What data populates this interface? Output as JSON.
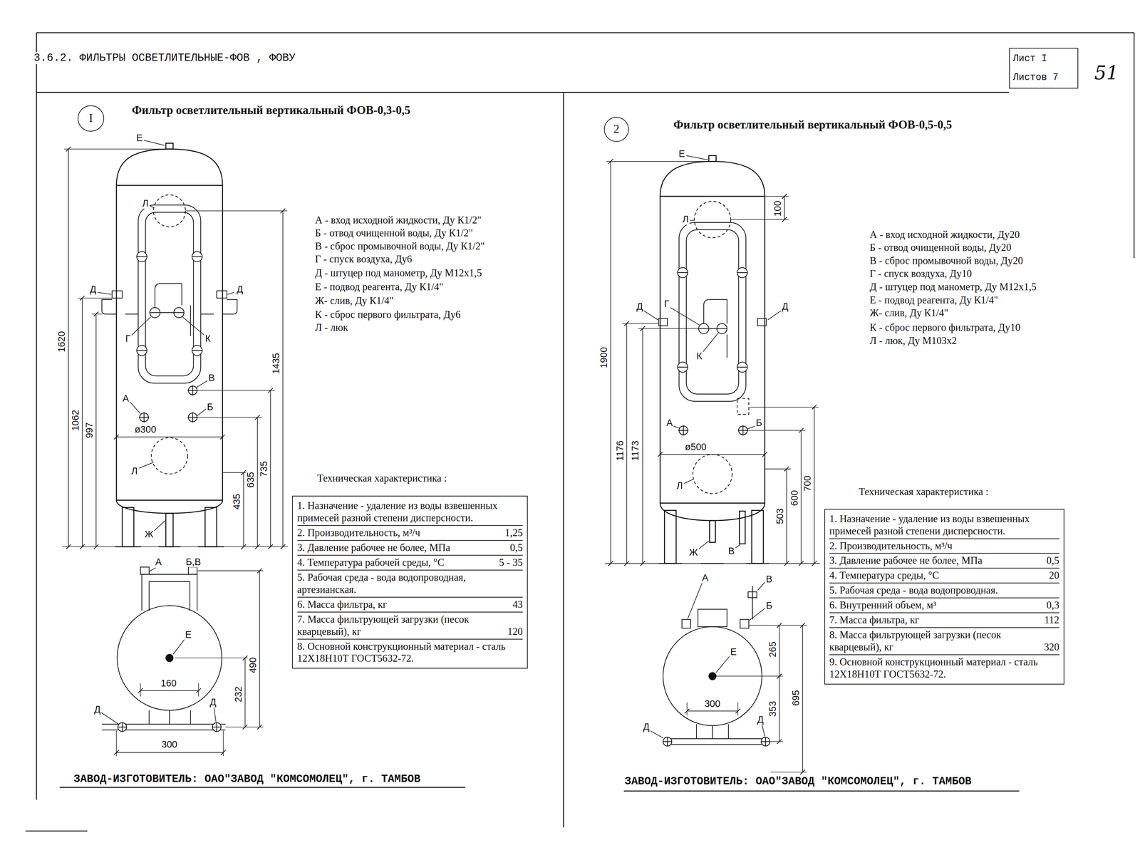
{
  "diagram": {
    "title": "3.6.2. ФИЛЬТРЫ ОСВЕТЛИТЕЛЬНЫЕ-ФОВ , ФОВУ",
    "nodes": [
      {
        "text": [
          "Лист I",
          "Листов 7"
        ]
      },
      {
        "text": [
          "I"
        ]
      },
      {
        "text": [
          "1. Назначение - удаление из воды взвешенных примесей разной степени дисперсности.",
          "2. Производительность, м³/ч",
          "1,25",
          "3. Давление рабочее не более, МПа",
          "0,5",
          "4. Температура рабочей среды, °С",
          "5 - 35",
          "5. Рабочая среда - вода водопроводная, артезианская.",
          "6. Масса фильтра, кг",
          "43",
          "7. Масса фильтрующей загрузки (песок кварцевый), кг",
          "120",
          "8. Основной конструкционный материал - сталь 12Х18Н10Т ГОСТ5632-72."
        ]
      },
      {
        "text": [
          "2"
        ]
      },
      {
        "text": [
          "1. Назначение - удаление из воды взвешенных примесей разной степени дисперсности.",
          "2. Производительность, м³/ч",
          "3. Давление рабочее не более, МПа",
          "0,5",
          "4. Температура среды, °С",
          "20",
          "5. Рабочая среда - вода водопроводная.",
          "6. Внутренний объем, м³",
          "0,3",
          "7. Масса фильтра, кг",
          "112",
          "8. Масса фильтрующей загрузки (песок кварцевый), кг",
          "320",
          "9. Основной конструкционный материал - сталь 12Х18Н10Т ГОСТ5632-72."
        ]
      }
    ],
    "labels": [
      "51",
      "Фильтр осветлительный вертикальный ФОВ-0,3-0,5",
      "Е",
      "Л",
      "Д",
      "Д",
      "Г",
      "К",
      "В",
      "Б",
      "А",
      "ø300",
      "Л",
      "Ж",
      "1620",
      "1062",
      "997",
      "1435",
      "735",
      "635",
      "435",
      "А",
      "Б,В",
      "Е",
      "160",
      "490",
      "232",
      "Д",
      "Д",
      "300",
      "А - вход исходной жидкости, Ду К1/2\"",
      "Б - отвод очищенной воды, Ду К1/2\"",
      "В - сброс промывочной воды, Ду К1/2\"",
      "Г - спуск воздуха, Ду6",
      "Д - штуцер под манометр, Ду М12х1,5",
      "Е - подвод реагента, Ду К1/4\"",
      "Ж- слив, Ду К1/4\"",
      "К - сброс первого фильтрата, Ду6",
      "Л - люк",
      "Техническая характеристика :",
      "ЗАВОД-ИЗГОТОВИТЕЛЬ: ОАО\"ЗАВОД \"КОМСОМОЛЕЦ\", г. ТАМБОВ",
      "Фильтр осветлительный вертикальный ФОВ-0,5-0,5",
      "Е",
      "100",
      "Л",
      "Д",
      "Д",
      "Г",
      "К",
      "А",
      "Б",
      "ø500",
      "Л",
      "Ж",
      "В",
      "1900",
      "1176",
      "1173",
      "700",
      "600",
      "503",
      "А",
      "В",
      "Б",
      "Е",
      "265",
      "695",
      "353",
      "300",
      "Д",
      "Д",
      "А - вход исходной жидкости, Ду20",
      "Б - отвод очищенной воды, Ду20",
      "В - сброс промывочной воды, Ду20",
      "Г - спуск воздуха, Ду10",
      "Д - штуцер под манометр, Ду М12х1,5",
      "Е - подвод реагента, Ду К1/4\"",
      "Ж- слив, Ду К1/4\"",
      "К - сброс первого фильтрата, Ду10",
      "Л - люк, Ду М103х2",
      "Техническая характеристика :",
      "ЗАВОД-ИЗГОТОВИТЕЛЬ: ОАО\"ЗАВОД \"КОМСОМОЛЕЦ\", г. ТАМБОВ"
    ]
  }
}
